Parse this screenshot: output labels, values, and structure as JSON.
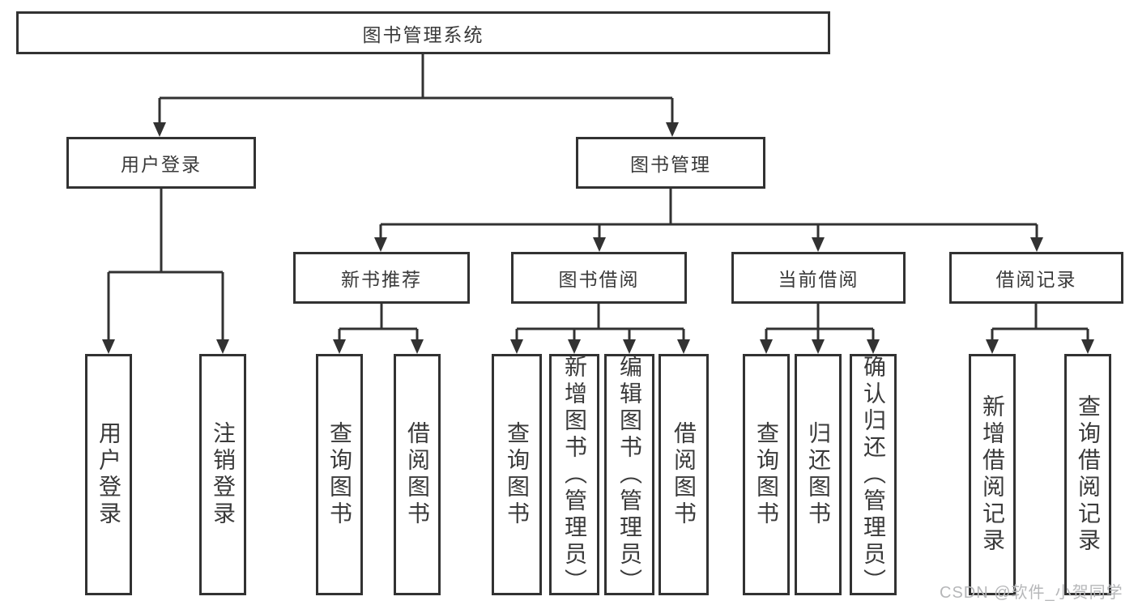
{
  "diagram": {
    "type": "hierarchy-tree",
    "watermark": "CSDN @软件_小贺同学",
    "colors": {
      "line": "#323232",
      "text": "#3a3a3a",
      "background": "#ffffff",
      "watermark": "#b6b7b9"
    },
    "root": {
      "label": "图书管理系统",
      "children": [
        {
          "label": "用户登录",
          "children": [
            {
              "label": "用户登录"
            },
            {
              "label": "注销登录"
            }
          ]
        },
        {
          "label": "图书管理",
          "children": [
            {
              "label": "新书推荐",
              "children": [
                {
                  "label": "查询图书"
                },
                {
                  "label": "借阅图书"
                }
              ]
            },
            {
              "label": "图书借阅",
              "children": [
                {
                  "label": "查询图书"
                },
                {
                  "label": "新增图书（管理员）"
                },
                {
                  "label": "编辑图书（管理员）"
                },
                {
                  "label": "借阅图书"
                }
              ]
            },
            {
              "label": "当前借阅",
              "children": [
                {
                  "label": "查询图书"
                },
                {
                  "label": "归还图书"
                },
                {
                  "label": "确认归还（管理员）"
                }
              ]
            },
            {
              "label": "借阅记录",
              "children": [
                {
                  "label": "新增借阅记录"
                },
                {
                  "label": "查询借阅记录"
                }
              ]
            }
          ]
        }
      ]
    }
  }
}
